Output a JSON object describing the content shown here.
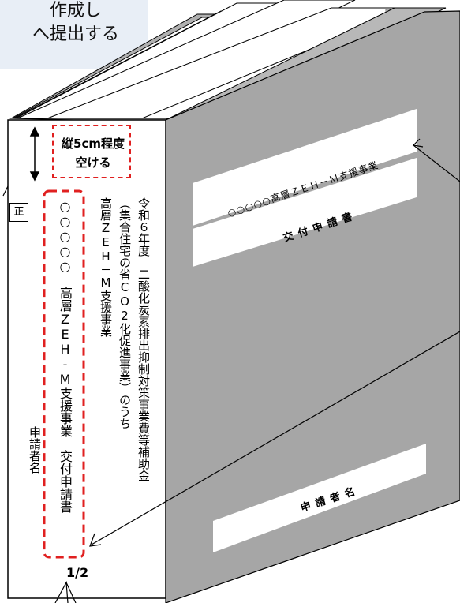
{
  "callout": {
    "line1": "作成し",
    "line2": "へ提出する"
  },
  "spine": {
    "margin_note_line1": "縦5cm程度",
    "margin_note_line2": "空ける",
    "original_badge": "正",
    "title_line1": "令和６年度　二酸化炭素排出抑制対策事業費等補助金",
    "title_line2": "（集合住宅の省CO2化促進事業）のうち",
    "title_line3": "高層ZEH－M支援事業",
    "document_name": "○○○○○　高層ZEH-M支援事業　交付申請書",
    "applicant_label": "申請者名",
    "page_number": "1/2"
  },
  "cover": {
    "label_project": "○○○○○高層ＺＥＨ－Ｍ支援事業",
    "label_doc": "交 付 申 請 書",
    "label_applicant": "申 請 者 名"
  },
  "colors": {
    "cover_fill": "#a6a6a6",
    "dashed_highlight": "#e02020",
    "callout_fill": "#e8eef6",
    "pages_fill": "#b0b0b0"
  }
}
